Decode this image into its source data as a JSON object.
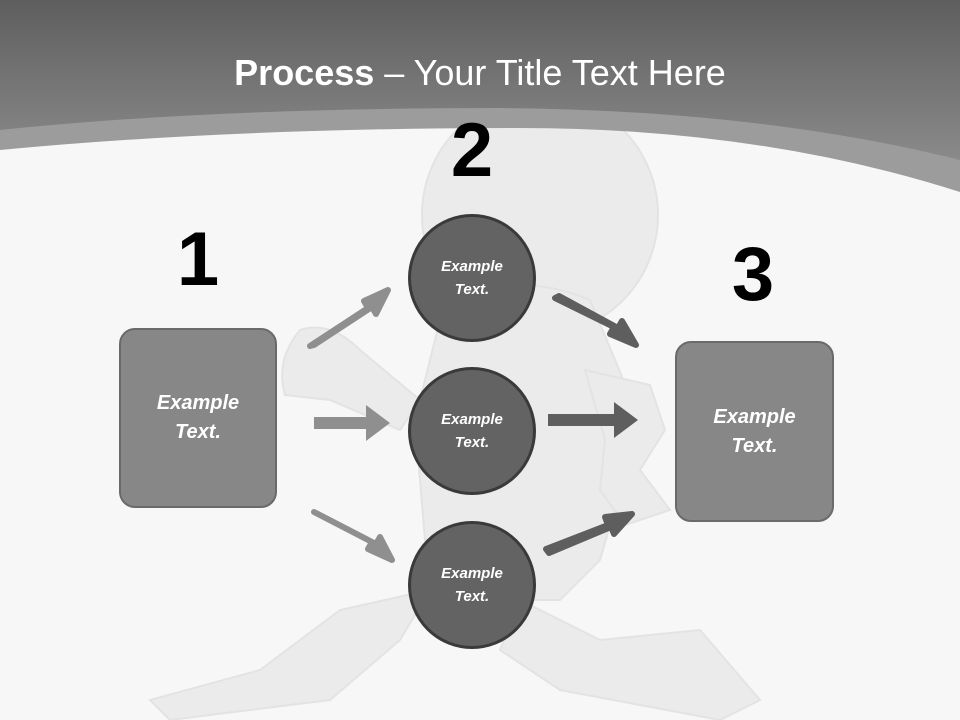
{
  "slide": {
    "title_bold": "Process",
    "title_rest": " – Your Title Text Here",
    "steps": [
      {
        "number": "1",
        "line1": "Example",
        "line2": "Text."
      },
      {
        "number": "2"
      },
      {
        "number": "3",
        "line1": "Example",
        "line2": "Text."
      }
    ],
    "circles": [
      {
        "line1": "Example",
        "line2": "Text."
      },
      {
        "line1": "Example",
        "line2": "Text."
      },
      {
        "line1": "Example",
        "line2": "Text."
      }
    ]
  }
}
